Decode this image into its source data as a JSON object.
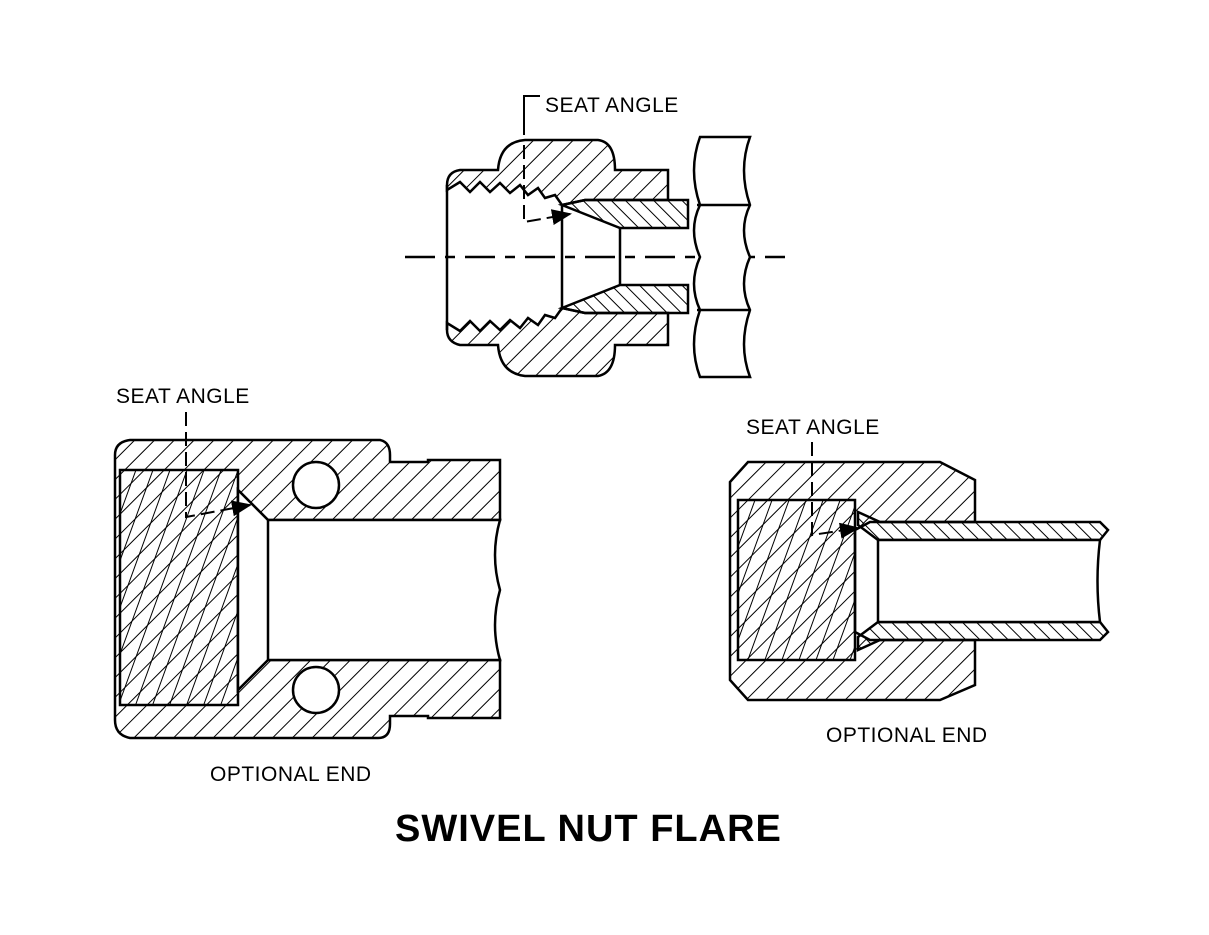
{
  "title": "SWIVEL NUT FLARE",
  "top_view": {
    "label": "SEAT ANGLE"
  },
  "left_view": {
    "label": "SEAT ANGLE",
    "caption": "OPTIONAL END"
  },
  "right_view": {
    "label": "SEAT ANGLE",
    "caption": "OPTIONAL END"
  },
  "colors": {
    "line": "#000000",
    "background": "#ffffff"
  }
}
